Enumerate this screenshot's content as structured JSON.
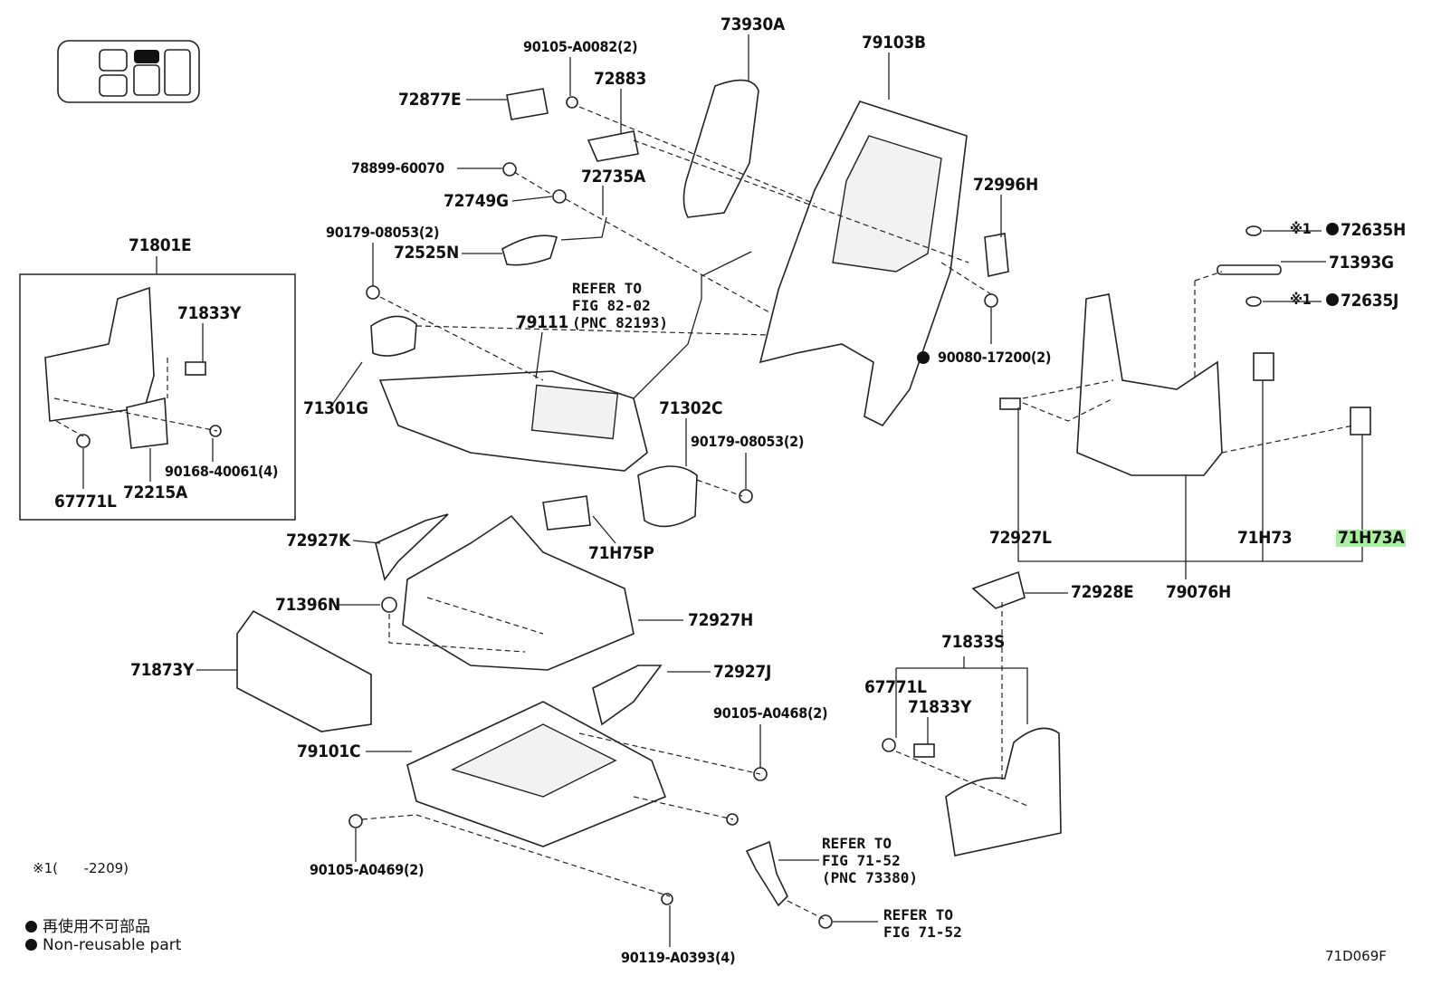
{
  "parts": {
    "p73930A": "73930A",
    "p79103B": "79103B",
    "p90105A0082": "90105-A0082(2)",
    "p72883": "72883",
    "p72877E": "72877E",
    "p78899": "78899-60070",
    "p72735A": "72735A",
    "p72749G": "72749G",
    "p72996H": "72996H",
    "p90179a": "90179-08053(2)",
    "p72525N": "72525N",
    "p72635H": "72635H",
    "p71393G": "71393G",
    "p72635J": "72635J",
    "p71801E": "71801E",
    "p71833Y_a": "71833Y",
    "p79111": "79111",
    "p90080": "90080-17200(2)",
    "p71301G": "71301G",
    "p71302C": "71302C",
    "p90179b": "90179-08053(2)",
    "p90168": "90168-40061(4)",
    "p67771L_a": "67771L",
    "p72215A": "72215A",
    "p72927K": "72927K",
    "p72927L": "72927L",
    "p71H73": "71H73",
    "p71H73A": "71H73A",
    "p71H75P": "71H75P",
    "p72928E": "72928E",
    "p79076H": "79076H",
    "p71396N": "71396N",
    "p72927H": "72927H",
    "p71833S": "71833S",
    "p71873Y": "71873Y",
    "p72927J": "72927J",
    "p67771L_b": "67771L",
    "p71833Y_b": "71833Y",
    "p90105A0468": "90105-A0468(2)",
    "p79101C": "79101C",
    "p90105A0469": "90105-A0469(2)",
    "p90119": "90119-A0393(4)"
  },
  "refs": {
    "ref1": "REFER TO\nFIG 82-02\n(PNC 82193)",
    "ref2": "REFER TO\nFIG 71-52\n(PNC 73380)",
    "ref3": "REFER TO\nFIG 71-52"
  },
  "marks": {
    "x1a": "※1",
    "x1b": "※1"
  },
  "note": "※1(      -2209)",
  "legend": {
    "jp": "再使用不可部品",
    "en": "Non-reusable part"
  },
  "figure_id": "71D069F"
}
